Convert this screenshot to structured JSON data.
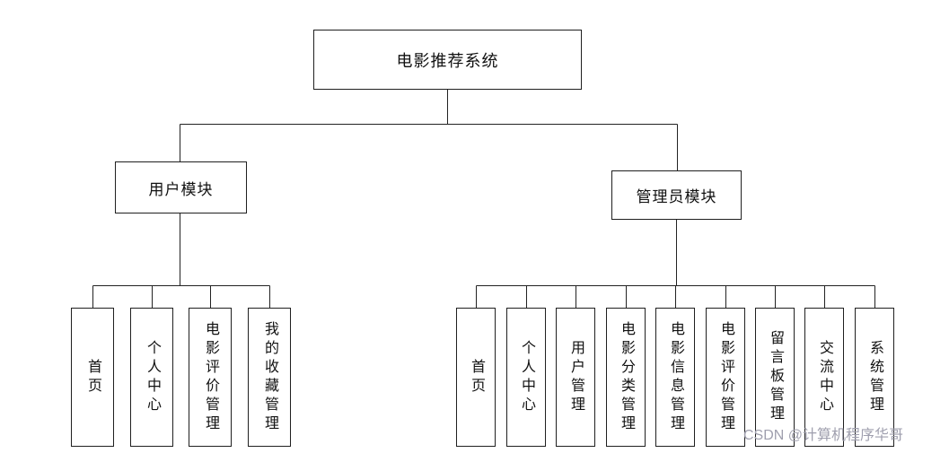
{
  "diagram": {
    "root": "电影推荐系统",
    "modules": {
      "user": "用户模块",
      "admin": "管理员模块"
    },
    "user_children": [
      "首页",
      "个人中心",
      "电影评价管理",
      "我的收藏管理"
    ],
    "admin_children": [
      "首页",
      "个人中心",
      "用户管理",
      "电影分类管理",
      "电影信息管理",
      "电影评价管理",
      "留言板管理",
      "交流中心",
      "系统管理"
    ]
  },
  "watermark": "CSDN @计算机程序华哥",
  "colors": {
    "line": "#222222",
    "border": "#1f1f1f",
    "watermark": "#9f9fae"
  }
}
